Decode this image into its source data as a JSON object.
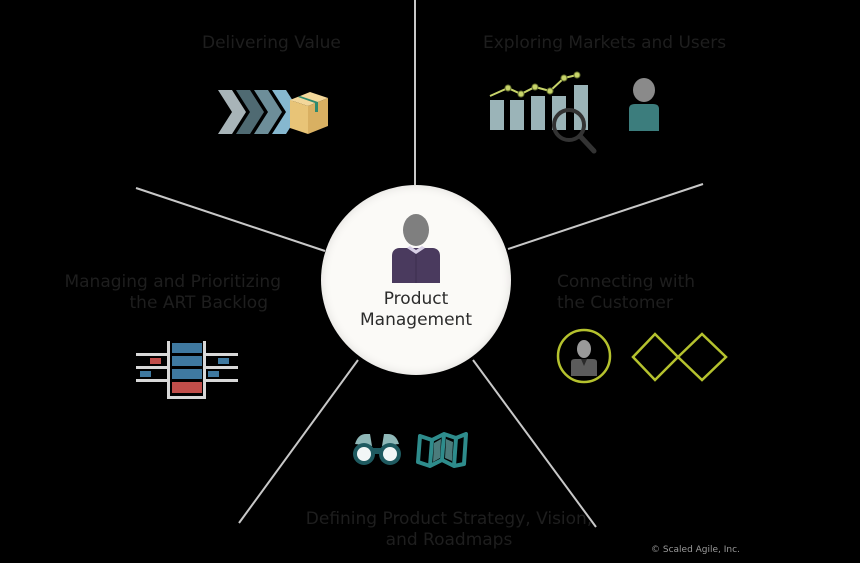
{
  "diagram": {
    "center": {
      "title_line1": "Product",
      "title_line2": "Management",
      "icon": "person-icon"
    },
    "segments": [
      {
        "id": "delivering-value",
        "label_lines": [
          "Delivering Value"
        ],
        "icons": [
          "chevrons-arrow-icon",
          "package-box-icon"
        ]
      },
      {
        "id": "exploring-markets",
        "label_lines": [
          "Exploring Markets and Users"
        ],
        "icons": [
          "bar-chart-magnifier-icon",
          "user-icon"
        ]
      },
      {
        "id": "connecting-customer",
        "label_lines": [
          "Connecting with",
          "the Customer"
        ],
        "icons": [
          "customer-circle-icon",
          "double-diamond-icon"
        ]
      },
      {
        "id": "defining-strategy",
        "label_lines": [
          "Defining Product Strategy, Vision,",
          "and Roadmaps"
        ],
        "icons": [
          "binoculars-icon",
          "map-icon"
        ]
      },
      {
        "id": "managing-backlog",
        "label_lines": [
          "Managing and Prioritizing",
          "the ART Backlog"
        ],
        "icons": [
          "backlog-icon"
        ]
      }
    ],
    "colors": {
      "background": "#000000",
      "center_fill": "#fbfaf7",
      "spoke_line": "#c8c8c8",
      "label_text": "#1e1e1e",
      "accent_green": "#b5c22e",
      "teal": "#3f7f7f",
      "blue": "#3f79a0",
      "red": "#c04e4a",
      "purple": "#4a3a5e"
    }
  },
  "footer": {
    "copyright": "© Scaled Agile, Inc."
  }
}
